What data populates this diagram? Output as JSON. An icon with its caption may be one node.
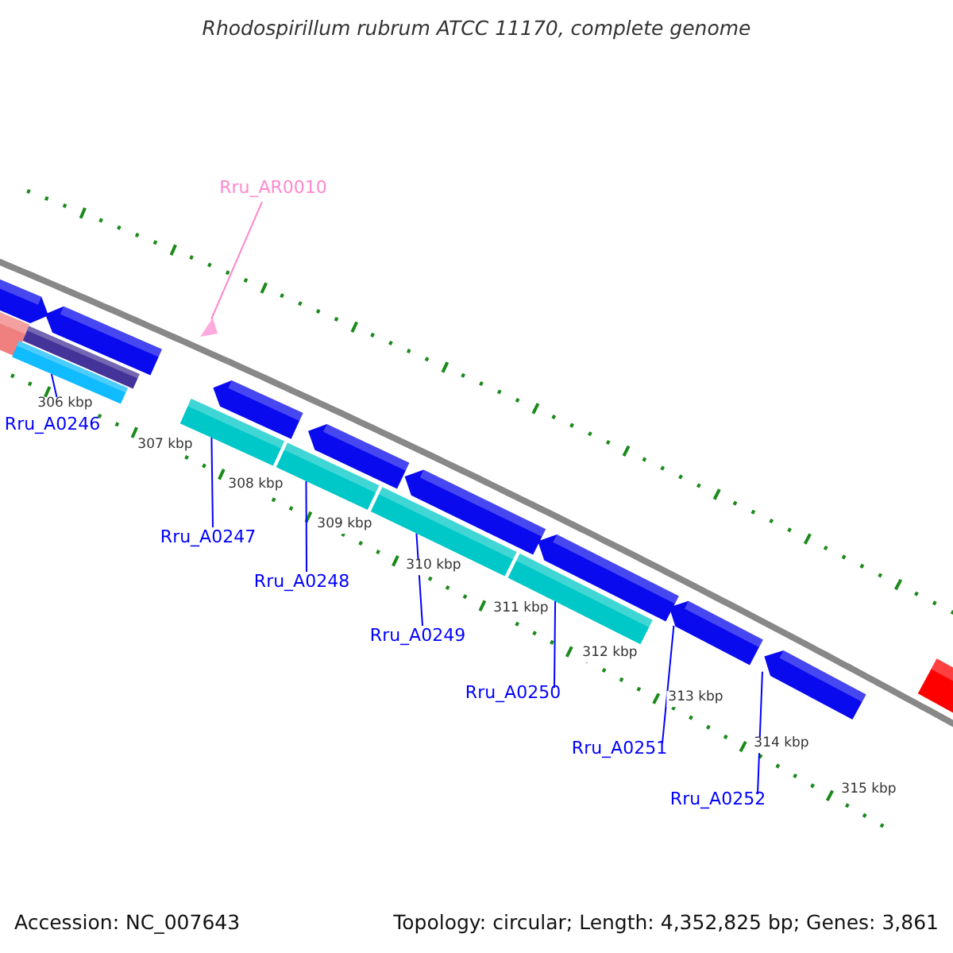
{
  "diagram": {
    "title": "Rhodospirillum rubrum ATCC 11170, complete genome",
    "nodes": [
      {
        "text": [
          "Rru_AR0010"
        ]
      },
      {
        "text": [],
        "shape": "triangle"
      },
      {
        "text": [
          "Rru_A0246"
        ]
      },
      {
        "text": [],
        "shape": "bar"
      },
      {
        "text": [
          "Rru_A0247"
        ]
      },
      {
        "text": [],
        "shape": "bar"
      },
      {
        "text": [
          "Rru_A0248"
        ]
      },
      {
        "text": [],
        "shape": "bar"
      },
      {
        "text": [
          "Rru_A0249"
        ]
      },
      {
        "text": [],
        "shape": "bar"
      },
      {
        "text": [
          "Rru_A0250"
        ]
      },
      {
        "text": [],
        "shape": "bar"
      },
      {
        "text": [
          "Rru_A0251"
        ]
      },
      {
        "text": [],
        "shape": "bar"
      },
      {
        "text": [
          "Rru_A0252"
        ]
      },
      {
        "text": [],
        "shape": "bar"
      }
    ],
    "edges": [
      {
        "from": 0,
        "to": 1,
        "arrow": "none",
        "color": "#ff88cc"
      },
      {
        "from": 2,
        "to": 3,
        "arrow": "none"
      },
      {
        "from": 4,
        "to": 5,
        "arrow": "none"
      },
      {
        "from": 6,
        "to": 7,
        "arrow": "none"
      },
      {
        "from": 8,
        "to": 9,
        "arrow": "none"
      },
      {
        "from": 10,
        "to": 11,
        "arrow": "none"
      },
      {
        "from": 12,
        "to": 13,
        "arrow": "none"
      },
      {
        "from": 14,
        "to": 15,
        "arrow": "none"
      }
    ],
    "labels": [
      "306 kbp",
      "307 kbp",
      "308 kbp",
      "309 kbp",
      "310 kbp",
      "311 kbp",
      "312 kbp",
      "313 kbp",
      "314 kbp",
      "315 kbp",
      "Accession: NC_007643",
      "Topology: circular; Length: 4,352,825 bp; Genes: 3,861"
    ]
  }
}
